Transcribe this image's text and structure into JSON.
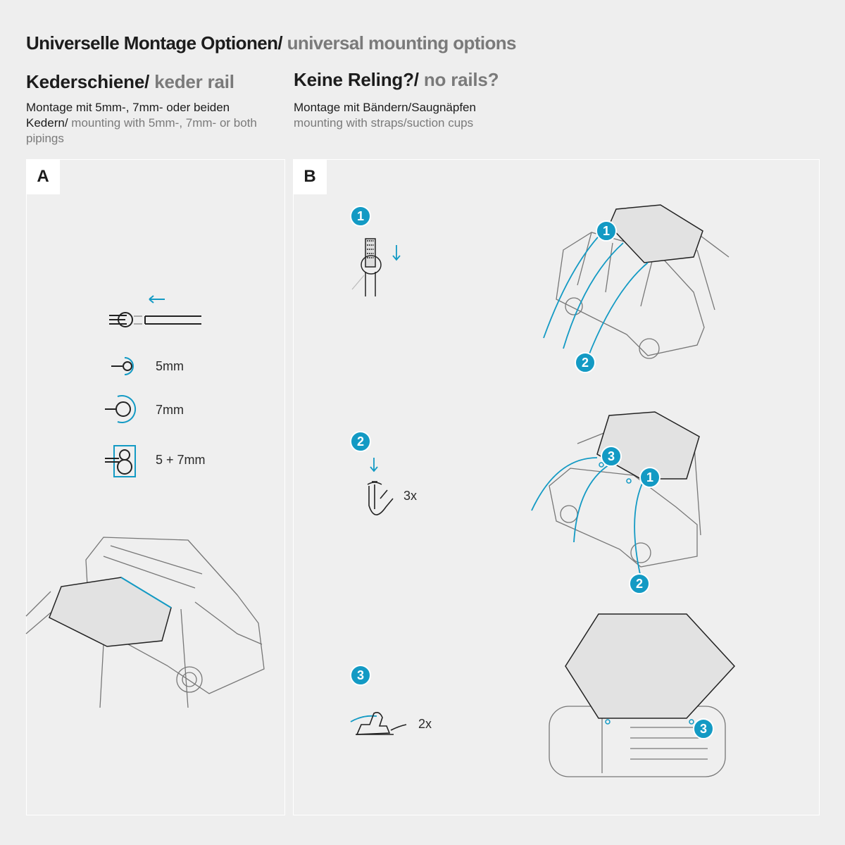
{
  "header": {
    "title_de": "Universelle Montage Optionen/",
    "title_en": "universal mounting options"
  },
  "section_a": {
    "heading_de": "Kederschiene/",
    "heading_en": "keder rail",
    "desc_de": "Montage mit 5mm-, 7mm- oder beiden Kedern/",
    "desc_en": "mounting with 5mm-, 7mm- or both pipings",
    "panel_label": "A",
    "options": [
      "5mm",
      "7mm",
      "5 + 7mm"
    ]
  },
  "section_b": {
    "heading_de": "Keine Reling?/",
    "heading_en": "no rails?",
    "desc_de": "Montage mit Bändern/Saugnäpfen",
    "desc_en": "mounting with straps/suction cups",
    "panel_label": "B",
    "steps": [
      {
        "number": "1",
        "quantity": ""
      },
      {
        "number": "2",
        "quantity": "3x"
      },
      {
        "number": "3",
        "quantity": "2x"
      }
    ],
    "car_badges": {
      "one": "1",
      "two": "2",
      "three": "3"
    }
  },
  "colors": {
    "accent": "#139ac4",
    "background": "#eeeeee"
  }
}
